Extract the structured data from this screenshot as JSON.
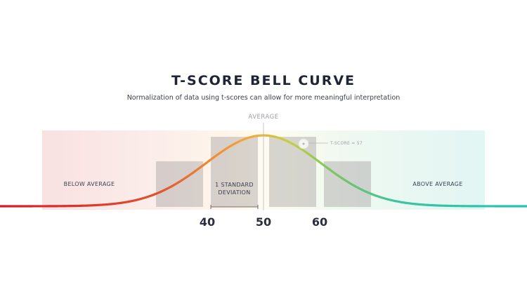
{
  "header": {
    "title": "T-SCORE BELL CURVE",
    "subtitle": "Normalization of data using t-scores can allow for more meaningful interpretation"
  },
  "labels": {
    "average": "AVERAGE",
    "below_average": "BELOW AVERAGE",
    "above_average": "ABOVE AVERAGE",
    "standard_deviation": "1 STANDARD DEVIATION",
    "t_score_marker": "T-SCORE = 57"
  },
  "axis": {
    "ticks": [
      "40",
      "50",
      "60"
    ]
  },
  "colors": {
    "curve_start": "#d7192b",
    "curve_mid": "#f0a43c",
    "curve_peak": "#c6cf43",
    "curve_end": "#24c3b4",
    "below_zone": "#f9e1e1",
    "above_zone": "#e2f6f4",
    "block": "#cdcbcb"
  }
}
